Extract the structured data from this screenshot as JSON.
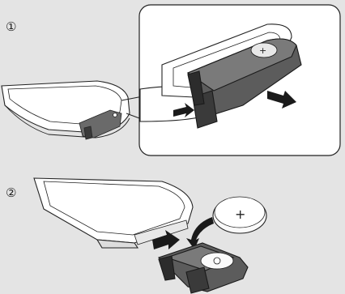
{
  "steps": [
    {
      "number": "①",
      "action": "slide-out-tray"
    },
    {
      "number": "②",
      "action": "replace-battery"
    }
  ],
  "icons": {
    "battery": "coin-cell-battery-icon",
    "arrow": "arrow-icon",
    "plus": "plus-sign"
  },
  "colors": {
    "background": "#e4e4e4",
    "device_body": "#ffffff",
    "tray": "#5a5a5a",
    "tray_dark": "#3a3a3a",
    "arrow": "#1a1a1a",
    "line": "#222222"
  }
}
